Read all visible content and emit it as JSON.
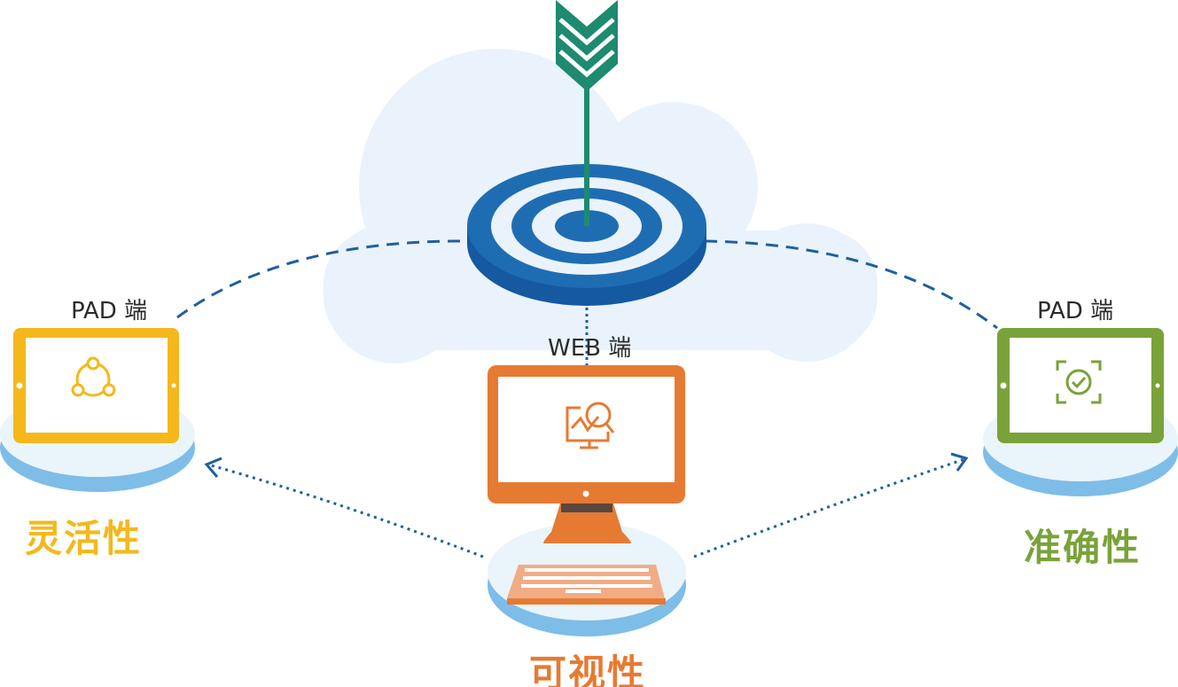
{
  "left": {
    "device_label": "PAD 端",
    "feature": "灵活性",
    "icon": "share-nodes-icon"
  },
  "center": {
    "device_label": "WEB 端",
    "feature": "可视性",
    "icon": "chart-search-icon"
  },
  "right": {
    "device_label": "PAD 端",
    "feature": "准确性",
    "icon": "scan-check-icon"
  },
  "center_graphic": "target-with-arrow",
  "colors": {
    "left": "#f4b81c",
    "center": "#e67a33",
    "right": "#7aa23a",
    "target": "#1e6db3",
    "arrow": "#1e8a6f",
    "cloud": "#eaf3fb",
    "line": "#1f5fa0"
  }
}
